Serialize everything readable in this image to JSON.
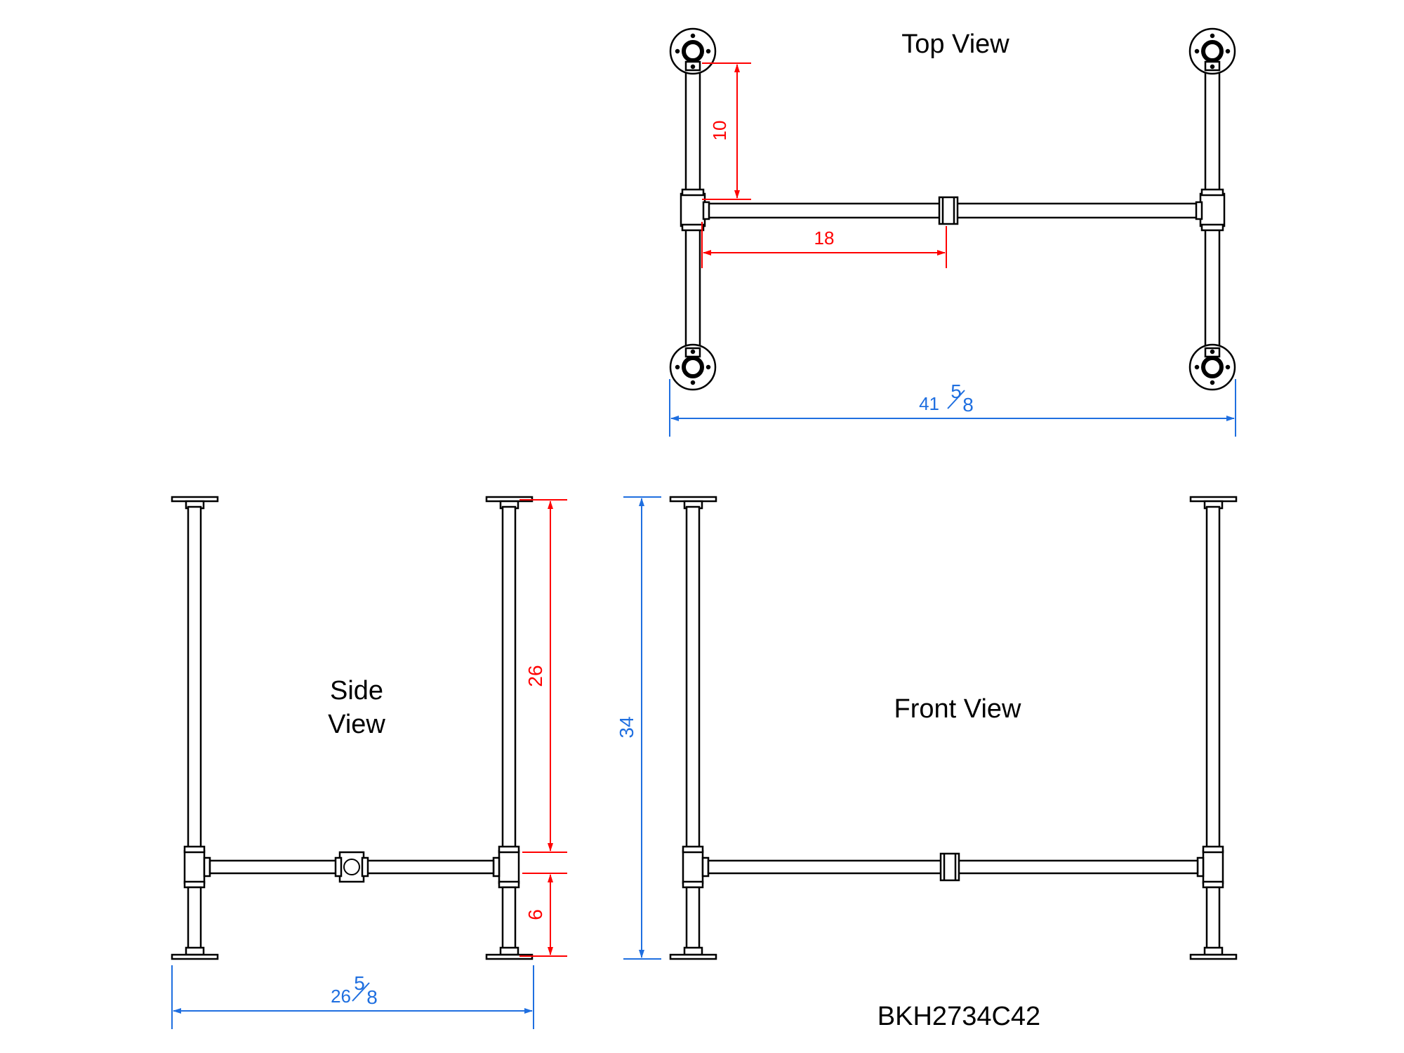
{
  "drawing": {
    "part_number": "BKH2734C42",
    "colors": {
      "outline": "#000000",
      "dim_red": "#ff0000",
      "dim_blue": "#1f6fe0"
    }
  },
  "views": {
    "top": {
      "title": "Top View"
    },
    "side": {
      "title_line1": "Side",
      "title_line2": "View"
    },
    "front": {
      "title": "Front View"
    }
  },
  "dimensions": {
    "top_leg_to_stretcher": "10",
    "top_tee_to_coupling": "18",
    "top_width_whole": "41",
    "top_width_frac_num": "5",
    "top_width_frac_den": "8",
    "side_upper_pipe": "26",
    "side_lower_pipe": "6",
    "side_depth_whole": "26",
    "side_depth_frac_num": "5",
    "side_depth_frac_den": "8",
    "front_height": "34"
  }
}
